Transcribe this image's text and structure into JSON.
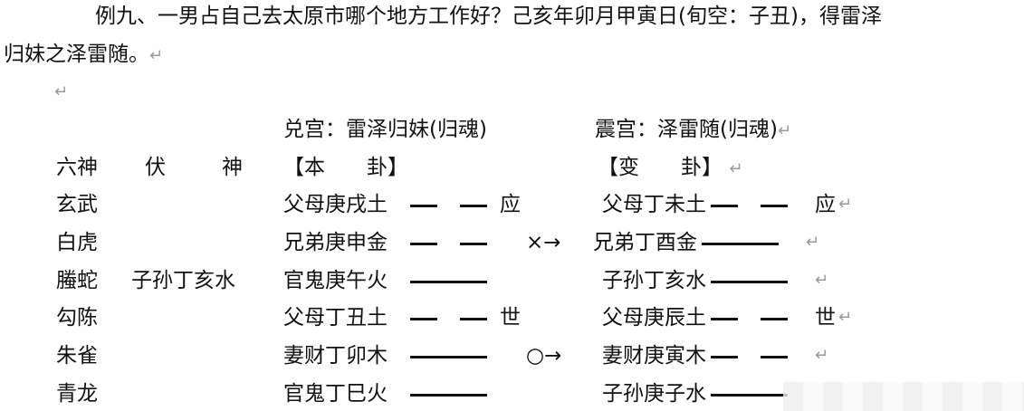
{
  "intro": {
    "line1": "例九、一男占自己去太原市哪个地方工作好？己亥年卯月甲寅日(旬空：子丑)，得雷泽",
    "line2": "归妹之泽雷随。",
    "return_mark": "↵"
  },
  "header": {
    "left_title": "兑宫：雷泽归妹(归魂)",
    "right_title": "震宫：泽雷随(归魂)",
    "liushen": "六神",
    "fushen_a": "伏",
    "fushen_b": "神",
    "ben_gua": "【本　　卦】",
    "bian_gua": "【变　　卦】"
  },
  "rows": [
    {
      "god": "玄武",
      "hidden": "",
      "main": "父母庚戌土",
      "main_yao": "yin",
      "mark": "应",
      "move": "",
      "changed": "父母丁未土",
      "changed_yao": "yin",
      "cmark": "应"
    },
    {
      "god": "白虎",
      "hidden": "",
      "main": "兄弟庚申金",
      "main_yao": "yin",
      "mark": "",
      "move": "×→",
      "changed": "兄弟丁酉金",
      "changed_yao": "yang",
      "cmark": ""
    },
    {
      "god": "螣蛇",
      "hidden": "子孙丁亥水",
      "main": "官鬼庚午火",
      "main_yao": "yang",
      "mark": "",
      "move": "",
      "changed": "子孙丁亥水",
      "changed_yao": "yang",
      "cmark": ""
    },
    {
      "god": "勾陈",
      "hidden": "",
      "main": "父母丁丑土",
      "main_yao": "yin",
      "mark": "世",
      "move": "",
      "changed": "父母庚辰土",
      "changed_yao": "yin",
      "cmark": "世"
    },
    {
      "god": "朱雀",
      "hidden": "",
      "main": "妻财丁卯木",
      "main_yao": "yang",
      "mark": "",
      "move": "○→",
      "changed": "妻财庚寅木",
      "changed_yao": "yin",
      "cmark": ""
    },
    {
      "god": "青龙",
      "hidden": "",
      "main": "官鬼丁巳火",
      "main_yao": "yang",
      "mark": "",
      "move": "",
      "changed": "子孙庚子水",
      "changed_yao": "yang",
      "cmark": ""
    }
  ]
}
